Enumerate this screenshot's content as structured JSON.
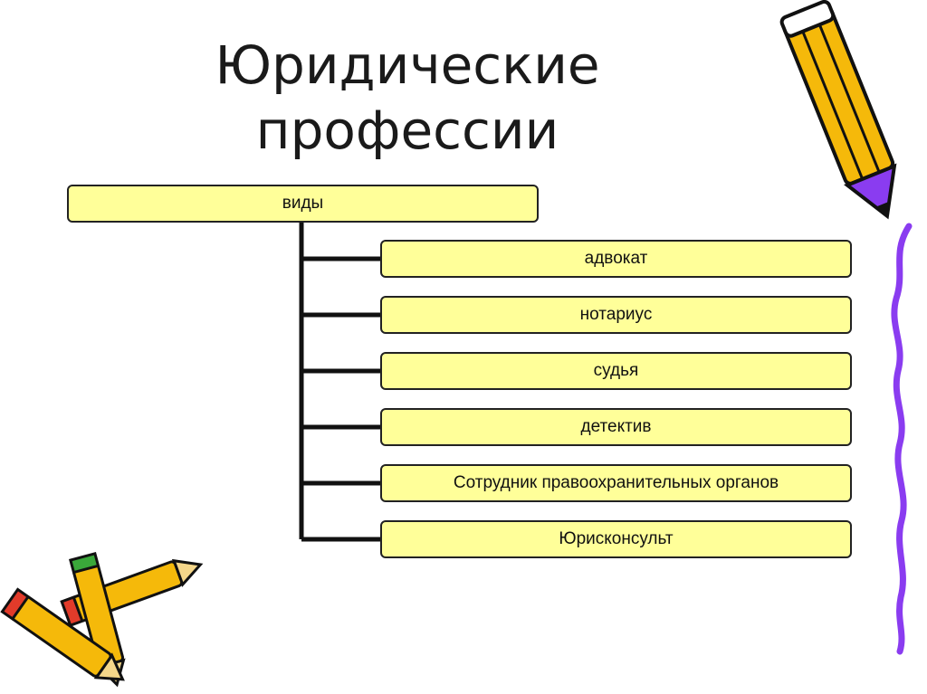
{
  "title": {
    "line1": "Юридические",
    "line2": "профессии"
  },
  "root": {
    "label": "виды"
  },
  "children": [
    {
      "label": "адвокат"
    },
    {
      "label": "нотариус"
    },
    {
      "label": "судья"
    },
    {
      "label": "детектив"
    },
    {
      "label": "Сотрудник правоохранительных органов"
    },
    {
      "label": "Юрисконсульт"
    }
  ],
  "colors": {
    "box_fill": "#ffff99",
    "connector": "#111111",
    "wavy_line": "#8a3cf0",
    "pencil": "#f5b90a"
  },
  "icons": [
    "pencil-icon",
    "pencil-pair-icon",
    "wavy-line-decoration"
  ]
}
